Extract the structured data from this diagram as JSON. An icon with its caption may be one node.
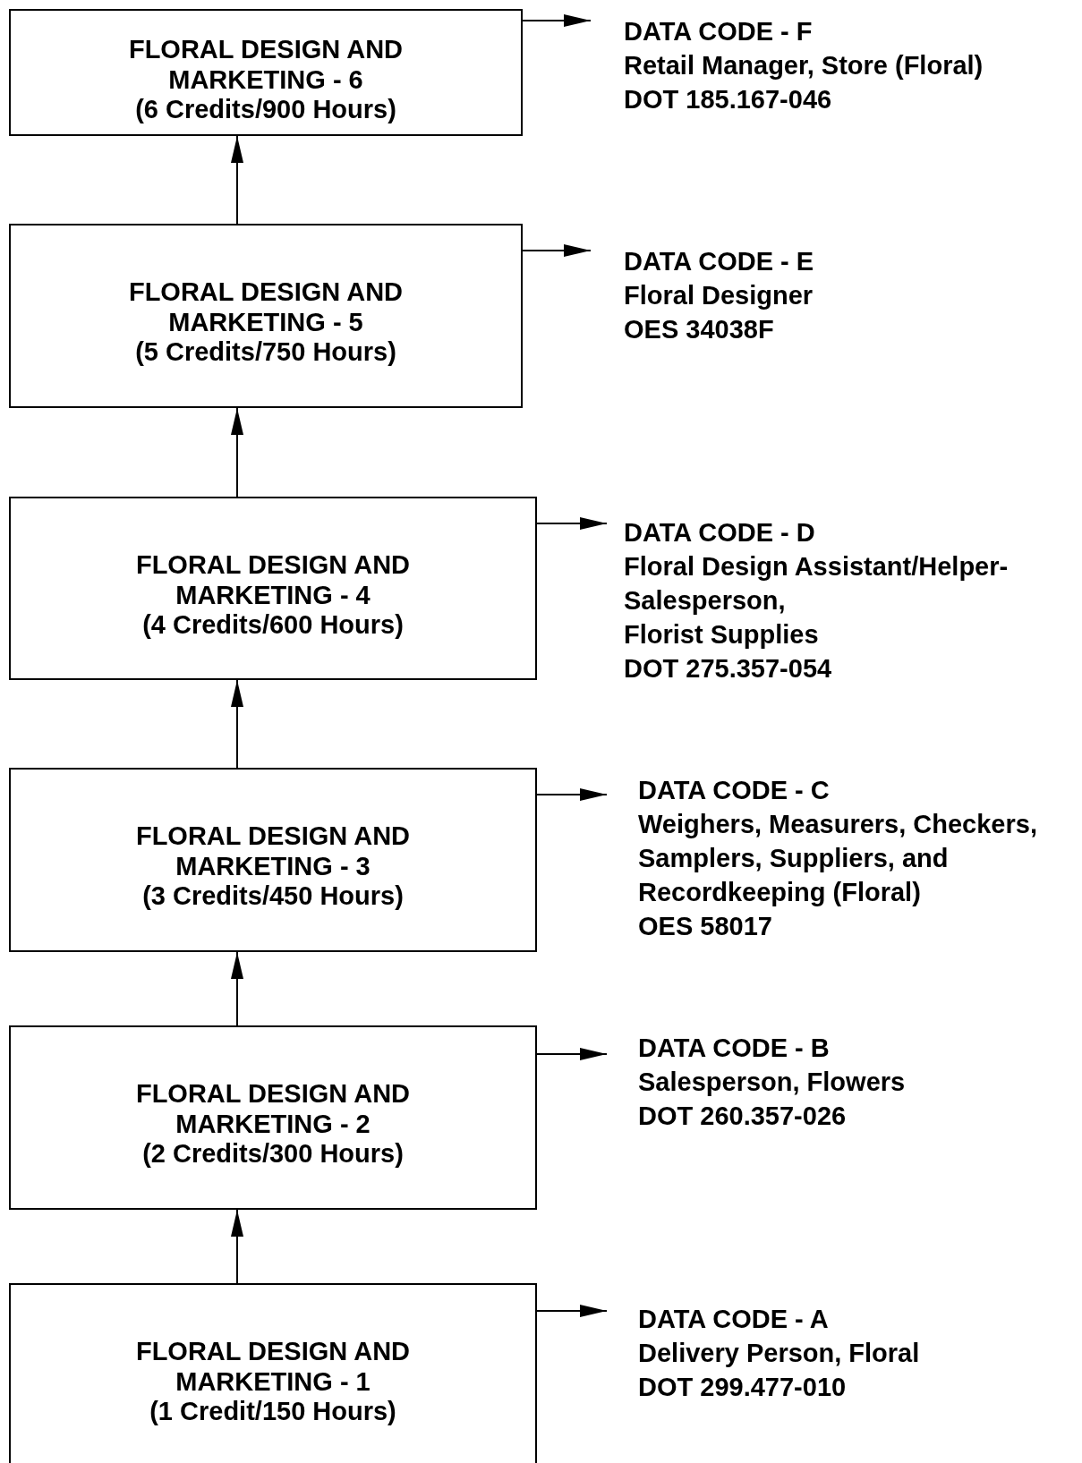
{
  "diagram": {
    "nodes": [
      {
        "text": [
          "FLORAL DESIGN AND MARKETING - 6",
          "(6 Credits/900 Hours)"
        ]
      },
      {
        "text": [
          "DATA CODE - F",
          "Retail Manager, Store (Floral)",
          "DOT 185.167-046"
        ]
      },
      {
        "text": [
          "FLORAL DESIGN AND MARKETING - 5",
          "(5 Credits/750 Hours)"
        ]
      },
      {
        "text": [
          "DATA CODE - E",
          "Floral Designer",
          "OES 34038F"
        ]
      },
      {
        "text": [
          "FLORAL DESIGN AND MARKETING - 4",
          "(4 Credits/600 Hours)"
        ]
      },
      {
        "text": [
          "DATA CODE - D",
          "Floral Design Assistant/Helper- Salesperson,",
          "Florist Supplies",
          "DOT 275.357-054"
        ]
      },
      {
        "text": [
          "FLORAL DESIGN AND MARKETING - 3",
          "(3 Credits/450 Hours)"
        ]
      },
      {
        "text": [
          "DATA CODE - C",
          "Weighers, Measurers, Checkers, Samplers, Suppliers, and Recordkeeping (Floral)",
          "OES 58017"
        ]
      },
      {
        "text": [
          "FLORAL DESIGN AND MARKETING - 2",
          "(2 Credits/300 Hours)"
        ]
      },
      {
        "text": [
          "DATA CODE - B",
          "Salesperson, Flowers",
          "DOT 260.357-026"
        ]
      },
      {
        "text": [
          "FLORAL DESIGN AND MARKETING - 1",
          "(1 Credit/150 Hours)"
        ]
      },
      {
        "text": [
          "DATA CODE - A",
          "Delivery Person, Floral",
          "DOT 299.477-010"
        ]
      }
    ],
    "edges": [
      {
        "from": 0,
        "to": 1,
        "arrow": "to"
      },
      {
        "from": 2,
        "to": 3,
        "arrow": "to"
      },
      {
        "from": 4,
        "to": 5,
        "arrow": "to"
      },
      {
        "from": 6,
        "to": 7,
        "arrow": "to"
      },
      {
        "from": 8,
        "to": 9,
        "arrow": "to"
      },
      {
        "from": 10,
        "to": 11,
        "arrow": "to"
      },
      {
        "from": 2,
        "to": 0,
        "arrow": "to"
      },
      {
        "from": 4,
        "to": 2,
        "arrow": "to"
      },
      {
        "from": 6,
        "to": 4,
        "arrow": "to"
      },
      {
        "from": 8,
        "to": 6,
        "arrow": "to"
      },
      {
        "from": 10,
        "to": 8,
        "arrow": "to"
      }
    ]
  }
}
